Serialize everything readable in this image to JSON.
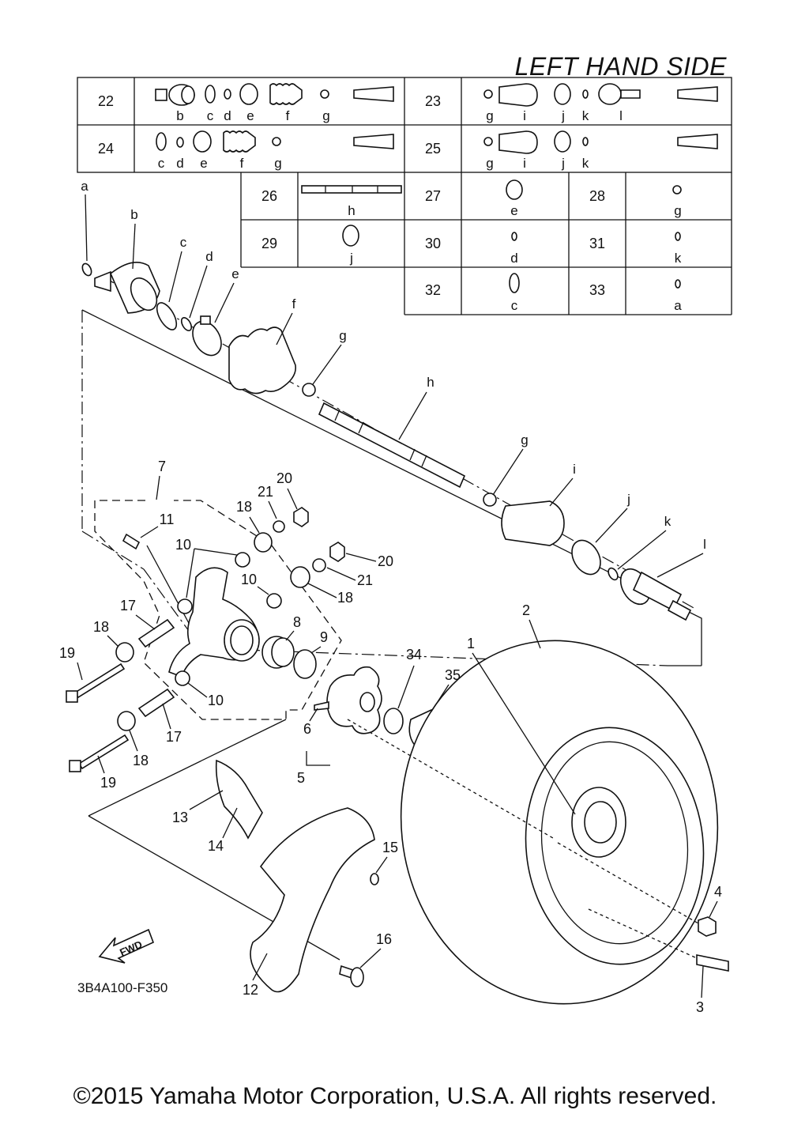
{
  "header": {
    "title": "LEFT HAND SIDE"
  },
  "kit_table": {
    "rows": [
      {
        "num": "22",
        "letters": [
          "b",
          "c",
          "d",
          "e",
          "f",
          "g"
        ]
      },
      {
        "num": "23",
        "letters": [
          "g",
          "i",
          "j",
          "k",
          "l"
        ]
      },
      {
        "num": "24",
        "letters": [
          "c",
          "d",
          "e",
          "f",
          "g"
        ]
      },
      {
        "num": "25",
        "letters": [
          "g",
          "i",
          "j",
          "k"
        ]
      },
      {
        "num": "26",
        "letters": [
          "h"
        ]
      },
      {
        "num": "27",
        "letters": [
          "e"
        ]
      },
      {
        "num": "28",
        "letters": [
          "g"
        ]
      },
      {
        "num": "29",
        "letters": [
          "j"
        ]
      },
      {
        "num": "30",
        "letters": [
          "d"
        ]
      },
      {
        "num": "31",
        "letters": [
          "k"
        ]
      },
      {
        "num": "32",
        "letters": [
          "c"
        ]
      },
      {
        "num": "33",
        "letters": [
          "a"
        ]
      }
    ]
  },
  "shaft_letters": [
    "a",
    "b",
    "c",
    "d",
    "e",
    "f",
    "g",
    "h",
    "g",
    "i",
    "j",
    "k",
    "l"
  ],
  "callouts": [
    "1",
    "2",
    "3",
    "4",
    "5",
    "6",
    "7",
    "8",
    "9",
    "10",
    "10",
    "10",
    "11",
    "12",
    "13",
    "14",
    "15",
    "16",
    "17",
    "17",
    "18",
    "18",
    "18",
    "18",
    "19",
    "19",
    "20",
    "20",
    "21",
    "21",
    "34",
    "35"
  ],
  "fwd_label": "FWD",
  "drawing_code": "3B4A100-F350",
  "copyright": "©2015 Yamaha Motor Corporation, U.S.A. All rights reserved."
}
